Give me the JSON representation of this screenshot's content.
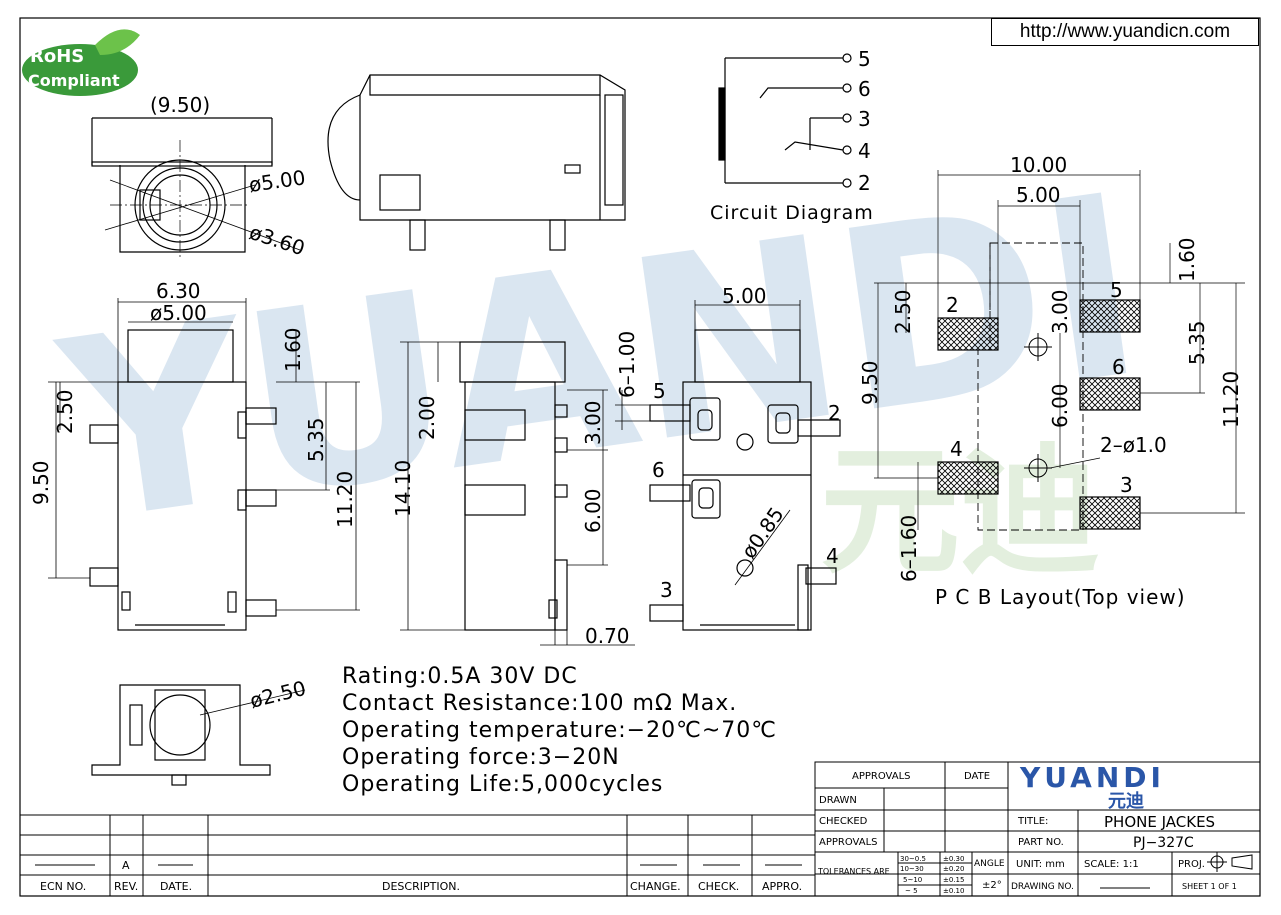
{
  "header": {
    "url": "http://www.yuandicn.com"
  },
  "logo": {
    "rohs_line1": "RoHS",
    "rohs_line2": "Compliant"
  },
  "watermark": {
    "text": "YUANDI",
    "cn": "元迪"
  },
  "front_view": {
    "width": "(9.50)",
    "d_outer": "ø5.00",
    "d_inner": "ø3.60"
  },
  "top_view": {
    "w1": "6.30",
    "w2": "ø5.00",
    "d_250": "2.50",
    "d_950": "9.50",
    "d_160": "1.60",
    "d_535": "5.35",
    "d_1120": "11.20"
  },
  "side_view": {
    "d_1410": "14.10",
    "d_200": "2.00",
    "d_300": "3.00",
    "d_600": "6.00",
    "d_070": "0.70"
  },
  "bottom_view": {
    "w": "5.00",
    "pin_label": "6–1.00",
    "hole": "ø0.85",
    "pins": [
      "5",
      "2",
      "6",
      "4",
      "3"
    ]
  },
  "small_view": {
    "d": "ø2.50"
  },
  "circuit": {
    "title": "Circuit Diagram",
    "pins": [
      "5",
      "6",
      "3",
      "4",
      "2"
    ]
  },
  "pcb": {
    "title": "P C B Layout(Top view)",
    "d_1000": "10.00",
    "d_500": "5.00",
    "d_160": "1.60",
    "d_250": "2.50",
    "d_300": "3.00",
    "d_535": "5.35",
    "d_950": "9.50",
    "d_600": "6.00",
    "d_1120": "11.20",
    "holes": "2–ø1.0",
    "pads_label": "6–1.60",
    "pads": [
      "2",
      "5",
      "6",
      "4",
      "3"
    ]
  },
  "specs": [
    "Rating:0.5A 30V DC",
    "Contact Resistance:100 mΩ Max.",
    "Operating temperature:−20℃~70℃",
    "Operating force:3−20N",
    "Operating Life:5,000cycles"
  ],
  "revision_block": {
    "ecn_label": "ECN NO.",
    "rev_label": "REV.",
    "date_label": "DATE.",
    "desc_label": "DESCRIPTION.",
    "change_label": "CHANGE.",
    "check_label": "CHECK.",
    "appro_label": "APPRO.",
    "rev_value": "A"
  },
  "title_block": {
    "approvals": "APPROVALS",
    "date": "DATE",
    "drawn": "DRAWN",
    "checked": "CHECKED",
    "approvals2": "APPROVALS",
    "tolerances": "TOLERANCES ARE",
    "tol_ranges": [
      "30~0.5",
      "10~30",
      "5~10",
      "~ 5"
    ],
    "tol_values": [
      "±0.30",
      "±0.20",
      "±0.15",
      "±0.10"
    ],
    "angle": "ANGLE",
    "angle_value": "±2°",
    "brand": "YUANDI",
    "brand_cn": "元迪",
    "title_label": "TITLE:",
    "title_value": "PHONE JACKES",
    "part_label": "PART NO.",
    "part_value": "PJ−327C",
    "unit": "UNIT: mm",
    "scale": "SCALE:   1:1",
    "proj": "PROJ.",
    "drawing_no": "DRAWING NO.",
    "sheet": "SHEET   1  OF  1"
  }
}
